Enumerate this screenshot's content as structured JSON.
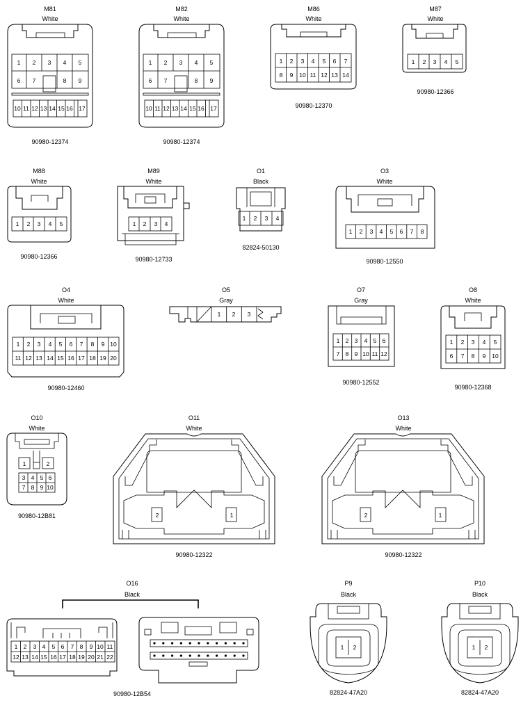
{
  "connectors": [
    {
      "id": "M81",
      "name": "M81",
      "color": "White",
      "part": "90980-12374",
      "pins": [
        "1",
        "2",
        "3",
        "4",
        "5",
        "6",
        "7",
        "8",
        "9",
        "10",
        "11",
        "12",
        "13",
        "14",
        "15",
        "16",
        "17"
      ]
    },
    {
      "id": "M82",
      "name": "M82",
      "color": "White",
      "part": "90980-12374",
      "pins": [
        "1",
        "2",
        "3",
        "4",
        "5",
        "6",
        "7",
        "8",
        "9",
        "10",
        "11",
        "12",
        "13",
        "14",
        "15",
        "16",
        "17"
      ]
    },
    {
      "id": "M86",
      "name": "M86",
      "color": "White",
      "part": "90980-12370",
      "pins": [
        "1",
        "2",
        "3",
        "4",
        "5",
        "6",
        "7",
        "8",
        "9",
        "10",
        "11",
        "12",
        "13",
        "14"
      ]
    },
    {
      "id": "M87",
      "name": "M87",
      "color": "White",
      "part": "90980-12366",
      "pins": [
        "1",
        "2",
        "3",
        "4",
        "5"
      ]
    },
    {
      "id": "M88",
      "name": "M88",
      "color": "White",
      "part": "90980-12366",
      "pins": [
        "1",
        "2",
        "3",
        "4",
        "5"
      ]
    },
    {
      "id": "M89",
      "name": "M89",
      "color": "White",
      "part": "90980-12733",
      "pins": [
        "1",
        "2",
        "3",
        "4"
      ]
    },
    {
      "id": "O1",
      "name": "O1",
      "color": "Black",
      "part": "82824-50130",
      "pins": [
        "1",
        "2",
        "3",
        "4"
      ]
    },
    {
      "id": "O3",
      "name": "O3",
      "color": "White",
      "part": "90980-12550",
      "pins": [
        "1",
        "2",
        "3",
        "4",
        "5",
        "6",
        "7",
        "8"
      ]
    },
    {
      "id": "O4",
      "name": "O4",
      "color": "White",
      "part": "90980-12460",
      "pins": [
        "1",
        "2",
        "3",
        "4",
        "5",
        "6",
        "7",
        "8",
        "9",
        "10",
        "11",
        "12",
        "13",
        "14",
        "15",
        "16",
        "17",
        "18",
        "19",
        "20"
      ]
    },
    {
      "id": "O5",
      "name": "O5",
      "color": "Gray",
      "part": "",
      "pins": [
        "1",
        "2",
        "3"
      ]
    },
    {
      "id": "O7",
      "name": "O7",
      "color": "Gray",
      "part": "90980-12552",
      "pins": [
        "1",
        "2",
        "3",
        "4",
        "5",
        "6",
        "7",
        "8",
        "9",
        "10",
        "11",
        "12"
      ]
    },
    {
      "id": "O8",
      "name": "O8",
      "color": "White",
      "part": "90980-12368",
      "pins": [
        "1",
        "2",
        "3",
        "4",
        "5",
        "6",
        "7",
        "8",
        "9",
        "10"
      ]
    },
    {
      "id": "O10",
      "name": "O10",
      "color": "White",
      "part": "90980-12B81",
      "pins": [
        "1",
        "2",
        "3",
        "4",
        "5",
        "6",
        "7",
        "8",
        "9",
        "10"
      ]
    },
    {
      "id": "O11",
      "name": "O11",
      "color": "White",
      "part": "90980-12322",
      "pins": [
        "2",
        "1"
      ]
    },
    {
      "id": "O13",
      "name": "O13",
      "color": "White",
      "part": "90980-12322",
      "pins": [
        "2",
        "1"
      ]
    },
    {
      "id": "O16",
      "name": "O16",
      "color": "Black",
      "part": "90980-12B54",
      "pins": [
        "1",
        "2",
        "3",
        "4",
        "5",
        "6",
        "7",
        "8",
        "9",
        "10",
        "11",
        "12",
        "13",
        "14",
        "15",
        "16",
        "17",
        "18",
        "19",
        "20",
        "21",
        "22"
      ]
    },
    {
      "id": "P9",
      "name": "P9",
      "color": "Black",
      "part": "82824-47A20",
      "pins": [
        "1",
        "2"
      ]
    },
    {
      "id": "P10",
      "name": "P10",
      "color": "Black",
      "part": "82824-47A20",
      "pins": [
        "1",
        "2"
      ]
    }
  ]
}
